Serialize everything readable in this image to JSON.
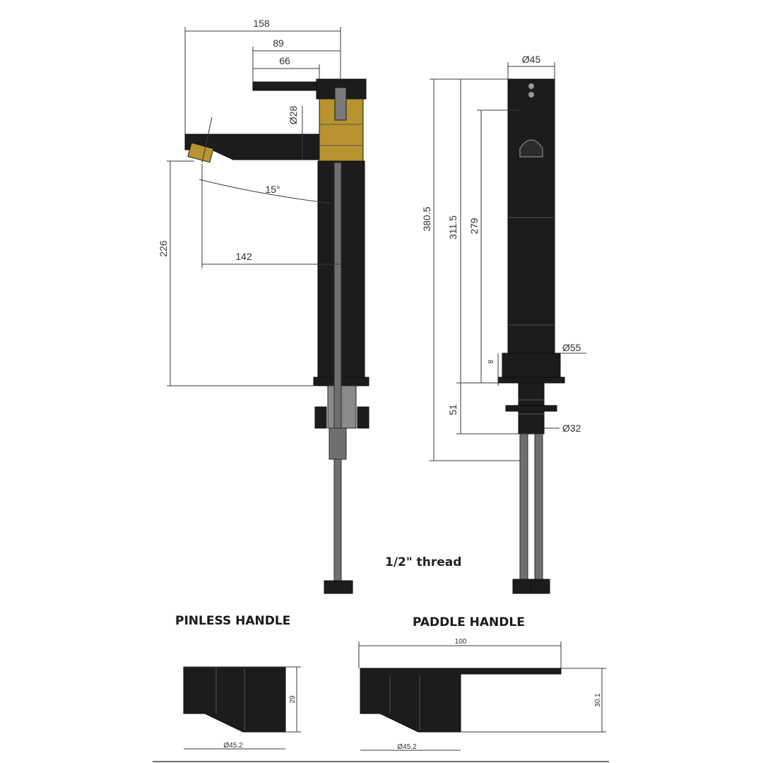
{
  "colors": {
    "body": "#1c1c1c",
    "brass": "#b8932f",
    "hose": "#6f6f6f",
    "dimension_line": "#3a3a3a"
  },
  "side_view": {
    "dim_overall_width": "158",
    "dim_handle_reach": "89",
    "dim_handle_length": "66",
    "dim_spout_diameter": "Ø28",
    "dim_angle": "15°",
    "dim_spout_reach": "142",
    "dim_spout_height": "226"
  },
  "front_view": {
    "dim_top_diameter": "Ø45",
    "dim_total_height": "380.5",
    "dim_body_height": "311.5",
    "dim_handle_height": "279",
    "dim_base_diameter": "Ø55",
    "dim_base_thickness": "8",
    "dim_shank_length": "51",
    "dim_shank_diameter": "Ø32"
  },
  "thread_note": "1/2\" thread",
  "pinless_handle": {
    "heading": "PINLESS HANDLE",
    "dim_height": "29",
    "dim_diameter": "Ø45.2"
  },
  "paddle_handle": {
    "heading": "PADDLE  HANDLE",
    "dim_length": "100",
    "dim_height": "30.1",
    "dim_diameter": "Ø45.2"
  }
}
